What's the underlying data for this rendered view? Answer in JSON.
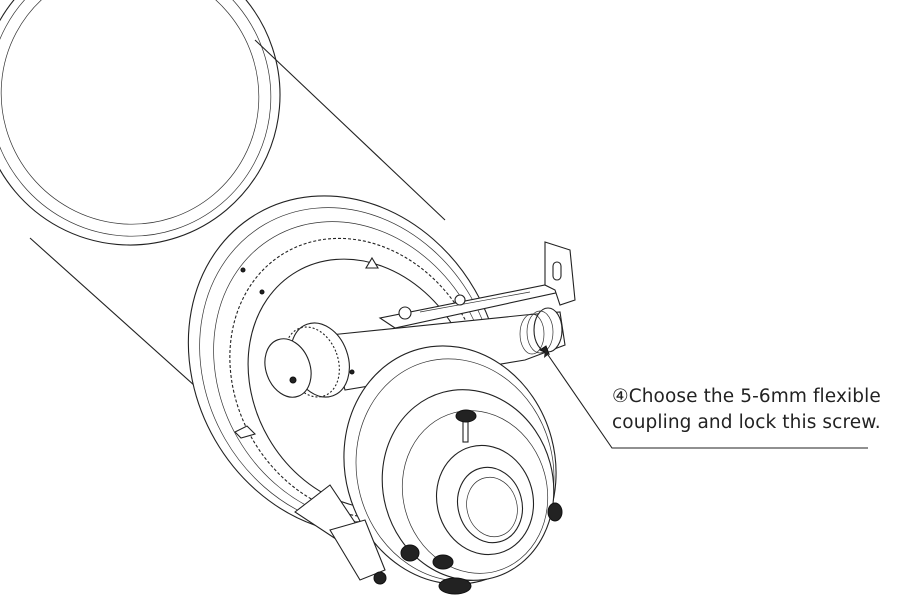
{
  "annotation": {
    "step_marker": "④",
    "line1": "Choose the 5-6mm flexible",
    "line2": "coupling and lock this screw."
  },
  "colors": {
    "line": "#222222",
    "background": "#ffffff"
  }
}
